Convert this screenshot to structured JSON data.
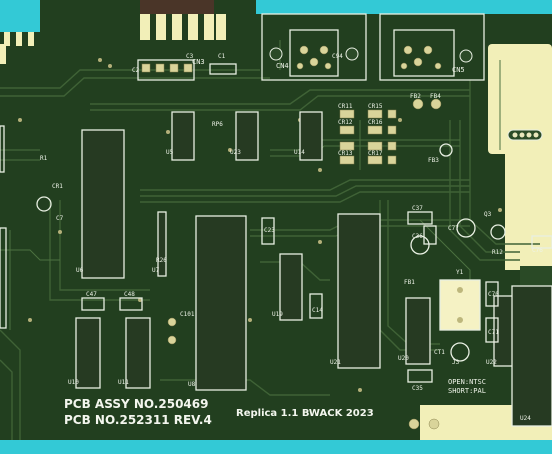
{
  "board": {
    "assy_label": "PCB   ASSY NO.250469",
    "pcb_label": "PCB  NO.252311  REV.4",
    "replica_label": "Replica 1.1   BWACK 2023",
    "jumper_note_1": "OPEN:NTSC",
    "jumper_note_2": "SHORT:PAL"
  },
  "colors": {
    "background": "#33c9d6",
    "board": "#1f3a1c",
    "copper": "#3f6236",
    "silkscreen": "#eef3e8",
    "pad": "#d9d49a"
  },
  "connectors": [
    {
      "id": "cn3",
      "label": "CN3"
    },
    {
      "id": "cn4",
      "label": "CN4"
    },
    {
      "id": "cn5",
      "label": "CN5"
    }
  ],
  "chips": [
    {
      "id": "u5",
      "label": "U5"
    },
    {
      "id": "u6",
      "label": "U6"
    },
    {
      "id": "u7",
      "label": "U7"
    },
    {
      "id": "u8",
      "label": "U8"
    },
    {
      "id": "u10",
      "label": "U10"
    },
    {
      "id": "u11",
      "label": "U11"
    },
    {
      "id": "u14",
      "label": "U14"
    },
    {
      "id": "u19",
      "label": "U19"
    },
    {
      "id": "u20",
      "label": "U20"
    },
    {
      "id": "u21",
      "label": "U21"
    },
    {
      "id": "u22",
      "label": "U22"
    },
    {
      "id": "u23",
      "label": "U23"
    },
    {
      "id": "u24",
      "label": "U24"
    }
  ],
  "parts": {
    "c1": "C1",
    "c2": "C2",
    "c3": "C3",
    "c7": "C7",
    "c14": "C14",
    "c23": "C23",
    "c35": "C35",
    "c37": "C37",
    "c47": "C47",
    "c48": "C48",
    "c70": "C70",
    "c71": "C71",
    "c76": "C76",
    "c77": "C77",
    "c94": "C94",
    "c36": "C36",
    "c101": "C101",
    "ct1": "CT1",
    "cr1": "CR1",
    "cr11": "CR11",
    "cr12": "CR12",
    "cr13": "CR13",
    "cr15": "CR15",
    "cr16": "CR16",
    "cr17": "CR17",
    "fb1": "FB1",
    "fb2": "FB2",
    "fb3": "FB3",
    "fb4": "FB4",
    "r1": "R1",
    "r12": "R12",
    "r26": "R26",
    "rp6": "RP6",
    "q3": "Q3",
    "y1": "Y1",
    "j3": "J3"
  }
}
